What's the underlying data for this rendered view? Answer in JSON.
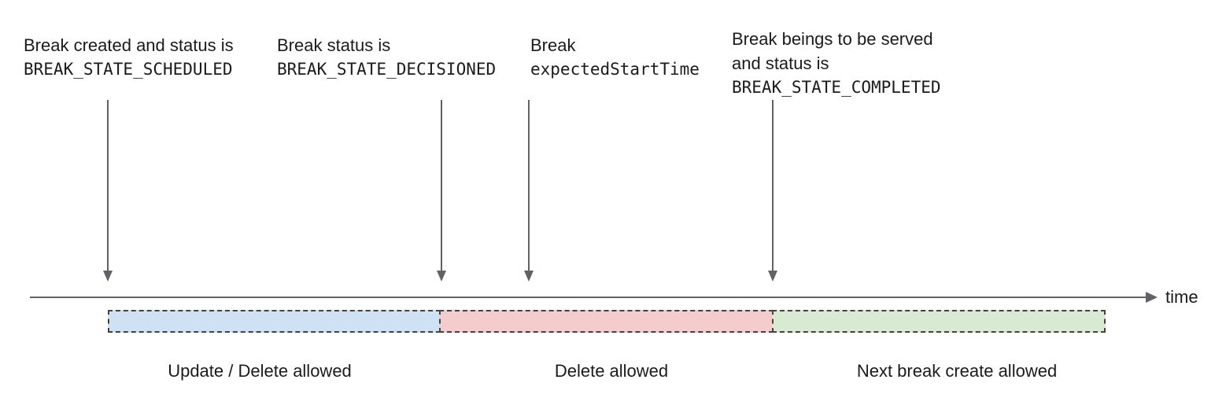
{
  "annotations": [
    {
      "lines": [
        "Break created and status is"
      ],
      "code": "BREAK_STATE_SCHEDULED"
    },
    {
      "lines": [
        "Break status is"
      ],
      "code": "BREAK_STATE_DECISIONED"
    },
    {
      "lines": [
        "Break"
      ],
      "code": "expectedStartTime"
    },
    {
      "lines": [
        "Break beings to be served",
        "and status is"
      ],
      "code": "BREAK_STATE_COMPLETED"
    }
  ],
  "timeline": {
    "axis_label": "time",
    "arrow_color": "#5f6368",
    "border_color": "#434343",
    "segments": [
      {
        "label": "Update / Delete allowed",
        "color": "#cfe2f3"
      },
      {
        "label": "Delete allowed",
        "color": "#f4cccc"
      },
      {
        "label": "Next break create allowed",
        "color": "#d9ead3"
      }
    ]
  }
}
